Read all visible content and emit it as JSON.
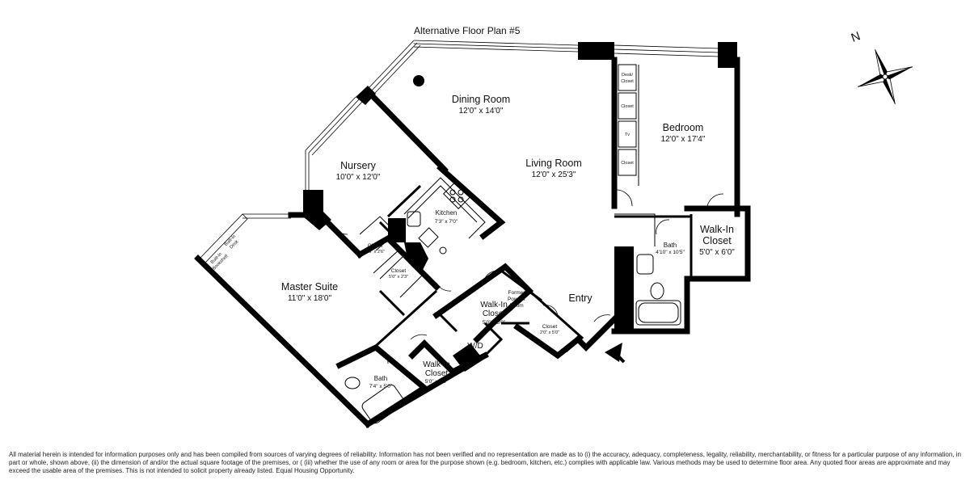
{
  "title": "Alternative Floor Plan #5",
  "compass": {
    "label": "N"
  },
  "rooms": {
    "dining": {
      "name": "Dining Room",
      "dims": "12'0\" x 14'0\""
    },
    "living": {
      "name": "Living Room",
      "dims": "12'0\" x 25'3\""
    },
    "bedroom": {
      "name": "Bedroom",
      "dims": "12'0\" x 17'4\""
    },
    "nursery": {
      "name": "Nursery",
      "dims": "10'0\" x 12'0\""
    },
    "kitchen": {
      "name": "Kitchen",
      "dims": "7'3\" x 7'0\""
    },
    "master": {
      "name": "Master Suite",
      "dims": "11'0\" x 18'0\""
    },
    "walkin_bed": {
      "name_line1": "Walk-In",
      "name_line2": "Closet",
      "dims": "5'0\" x 6'0\""
    },
    "bath_bed": {
      "name": "Bath",
      "dims": "4'10\" x 10'5\""
    },
    "walkin_mid": {
      "name_line1": "Walk-In",
      "name_line2": "Closet",
      "dims": "5'0\" x 5'0\""
    },
    "walkin_low": {
      "name_line1": "Walk-In",
      "name_line2": "Closet",
      "dims": "5'0\" x 5'0\""
    },
    "bath_master": {
      "name": "Bath",
      "dims": "7'4\" x 5'0\""
    },
    "closet_nursery": {
      "name": "Closet",
      "dims": "2'0\" x 2'6\""
    },
    "closet_kitchen": {
      "name": "Closet",
      "dims": "5'0\" x 2'3\""
    },
    "closet_entry": {
      "name": "Closet",
      "dims": "2'0\" x 5'0\""
    },
    "powder": {
      "line1": "Former",
      "line2": "Powder",
      "line3": "Room"
    },
    "wd": {
      "name": "W/D"
    },
    "entry": {
      "name": "Entry"
    }
  },
  "fixtures": {
    "desk_closet_1": "Desk/",
    "desk_closet_2": "Closet",
    "closet_b": "Closet",
    "tv": "Tv",
    "closet_c": "Closet",
    "built_in_desk_1": "Built-In",
    "built_in_desk_2": "Desk",
    "built_in_bookshelf_1": "Built-In",
    "built_in_bookshelf_2": "Bookshelf"
  },
  "disclaimer": "All material herein is intended for information purposes only and has been compiled from sources of varying degrees of reliability. Information has not been verified and no representation are made as to (i) the accuracy, adequacy, completeness, legality, reliability, merchantability, or fitness for a particular purpose of any information, in part or whole, shown above, (ii) the dimension of and/or the actual square footage of the premises, or ( (iii) whether the use of any room or area for the purpose shown (e.g. bedroom, kitchen, etc.) complies with applicable law. Various methods may be used to determine floor area. Any quoted floor areas are approximate and may exceed the usable area of the premises. This is not intended to solicit property already listed. Equal Housing Opportunity."
}
